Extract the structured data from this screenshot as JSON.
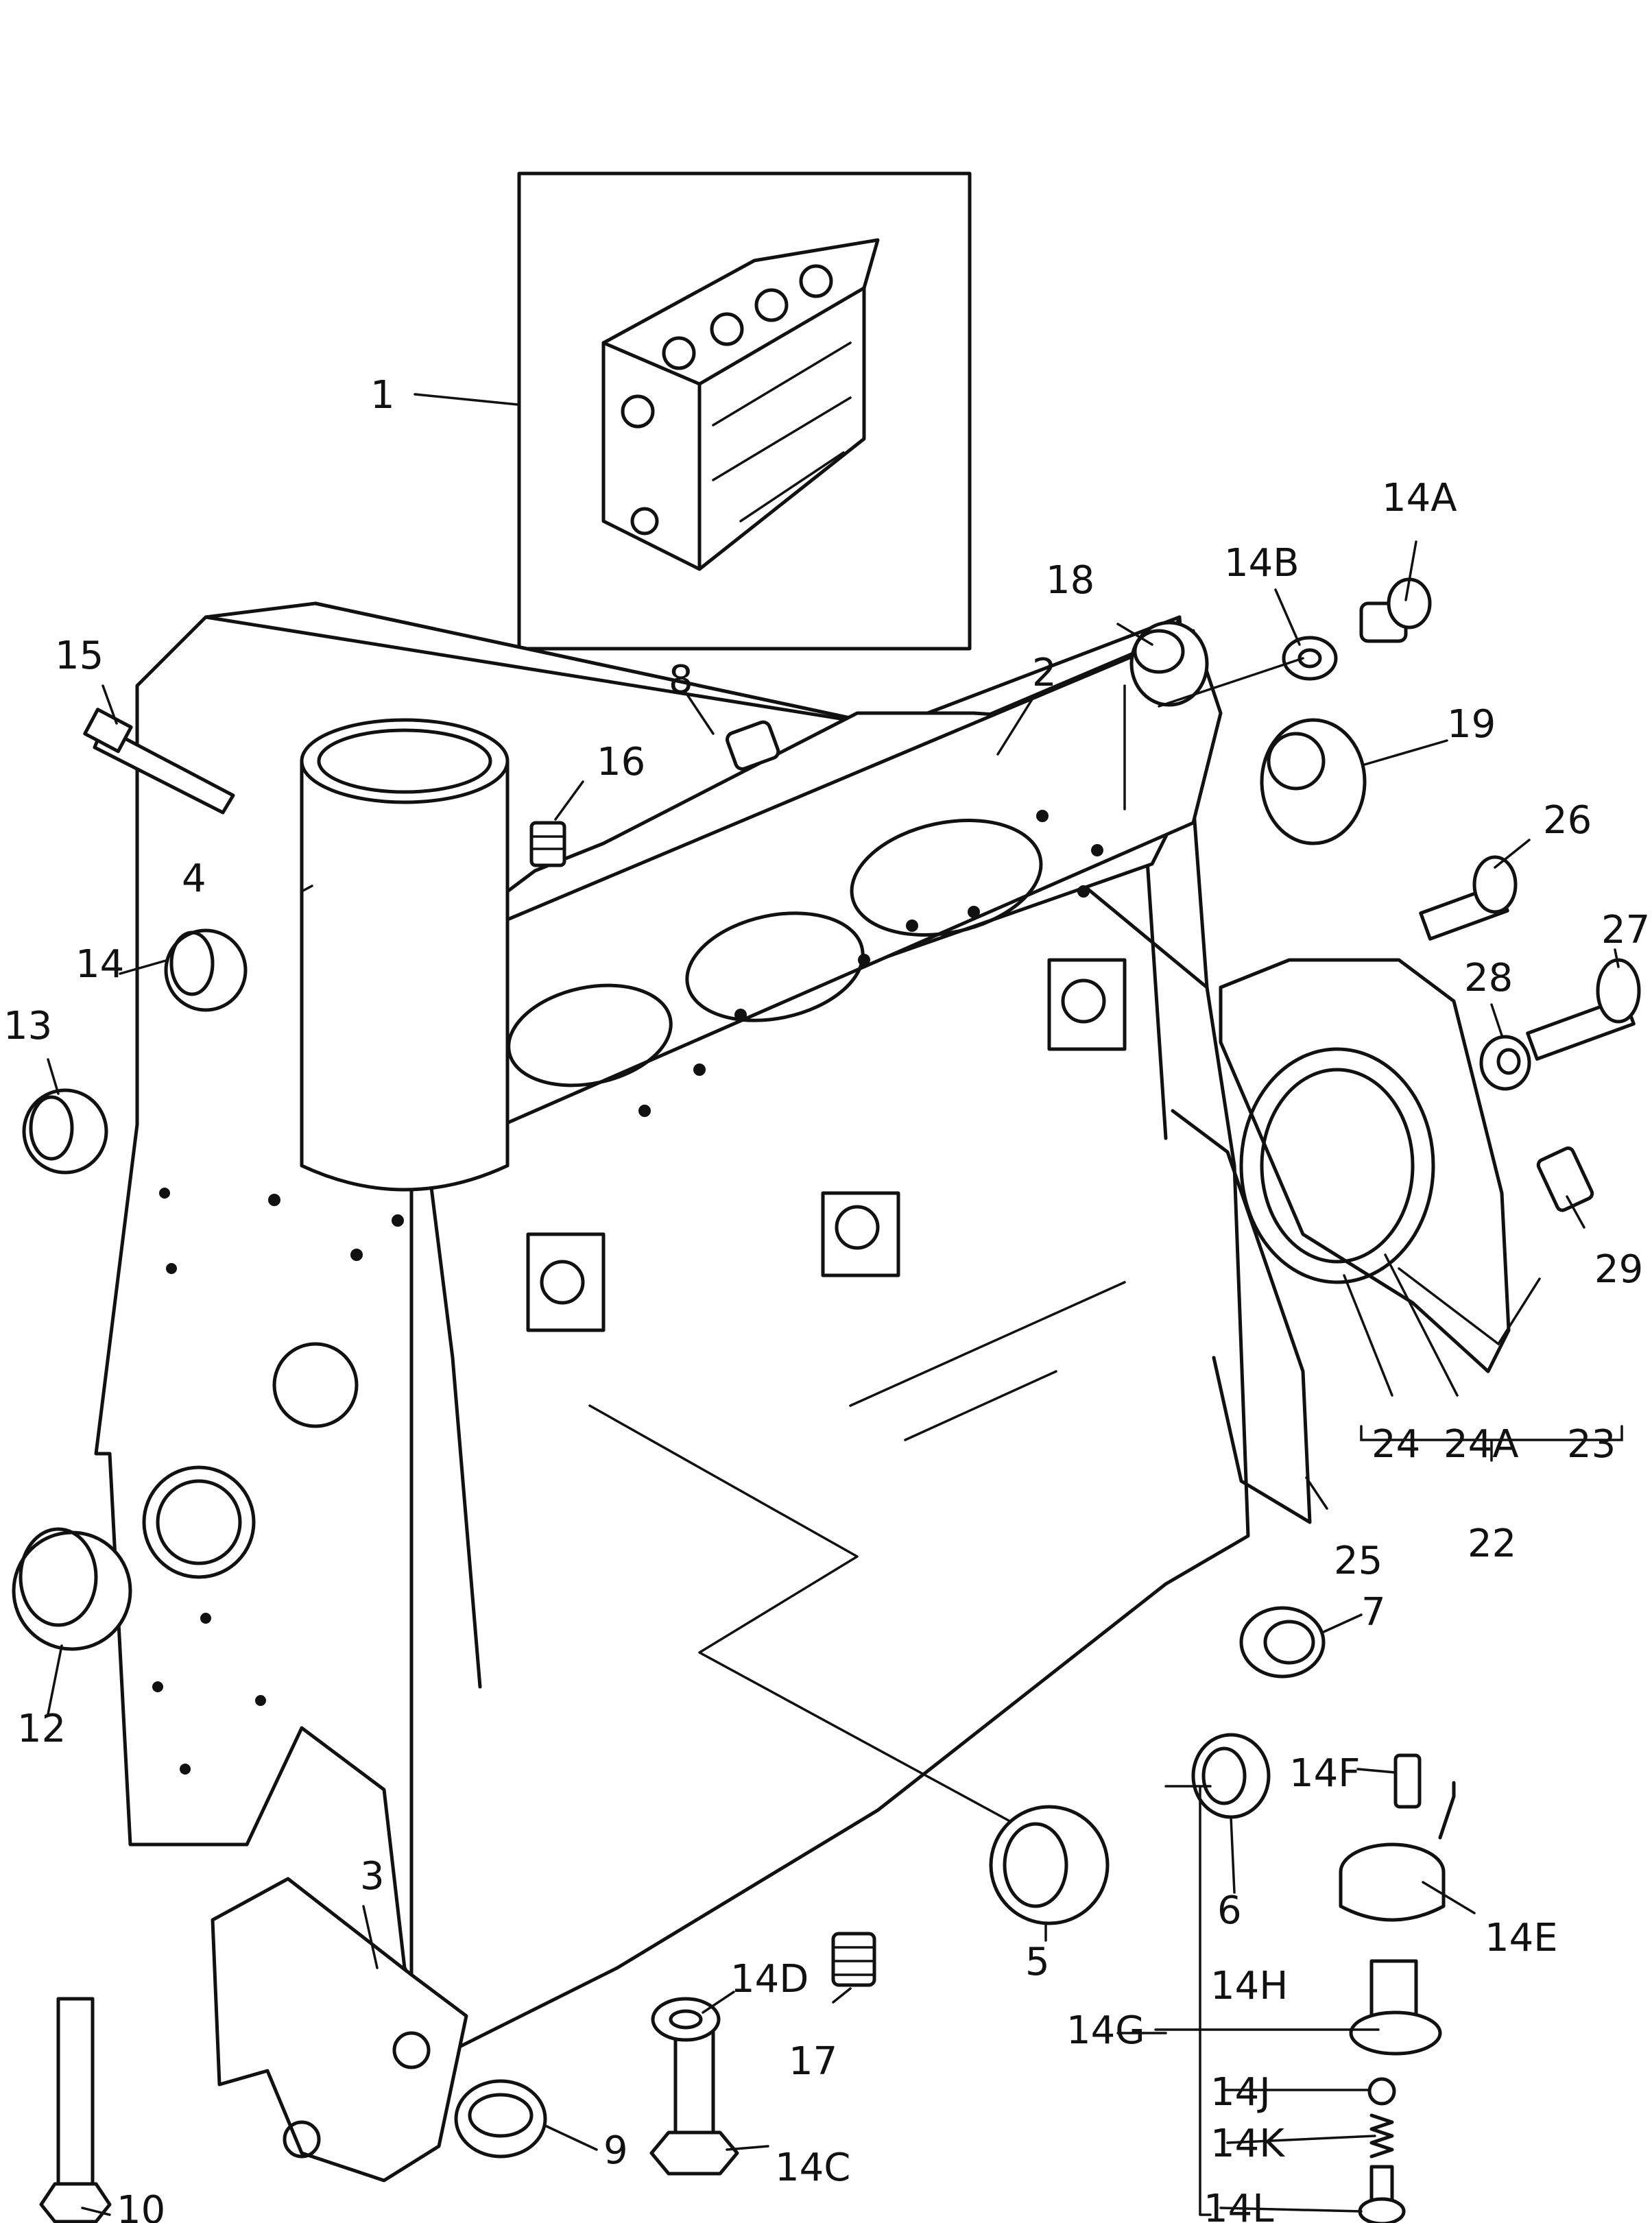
{
  "callouts": {
    "c1": "1",
    "c2": "2",
    "c3": "3",
    "c4": "4",
    "c5": "5",
    "c6": "6",
    "c7": "7",
    "c8": "8",
    "c9": "9",
    "c10": "10",
    "c12": "12",
    "c13": "13",
    "c14": "14",
    "c14A": "14A",
    "c14B": "14B",
    "c14C": "14C",
    "c14D": "14D",
    "c14E": "14E",
    "c14F": "14F",
    "c14G": "14G",
    "c14H": "14H",
    "c14J": "14J",
    "c14K": "14K",
    "c14L": "14L",
    "c15": "15",
    "c16": "16",
    "c17": "17",
    "c18": "18",
    "c19": "19",
    "c22": "22",
    "c23": "23",
    "c24": "24",
    "c24A": "24A",
    "c25": "25",
    "c26": "26",
    "c27": "27",
    "c28": "28",
    "c29": "29"
  }
}
